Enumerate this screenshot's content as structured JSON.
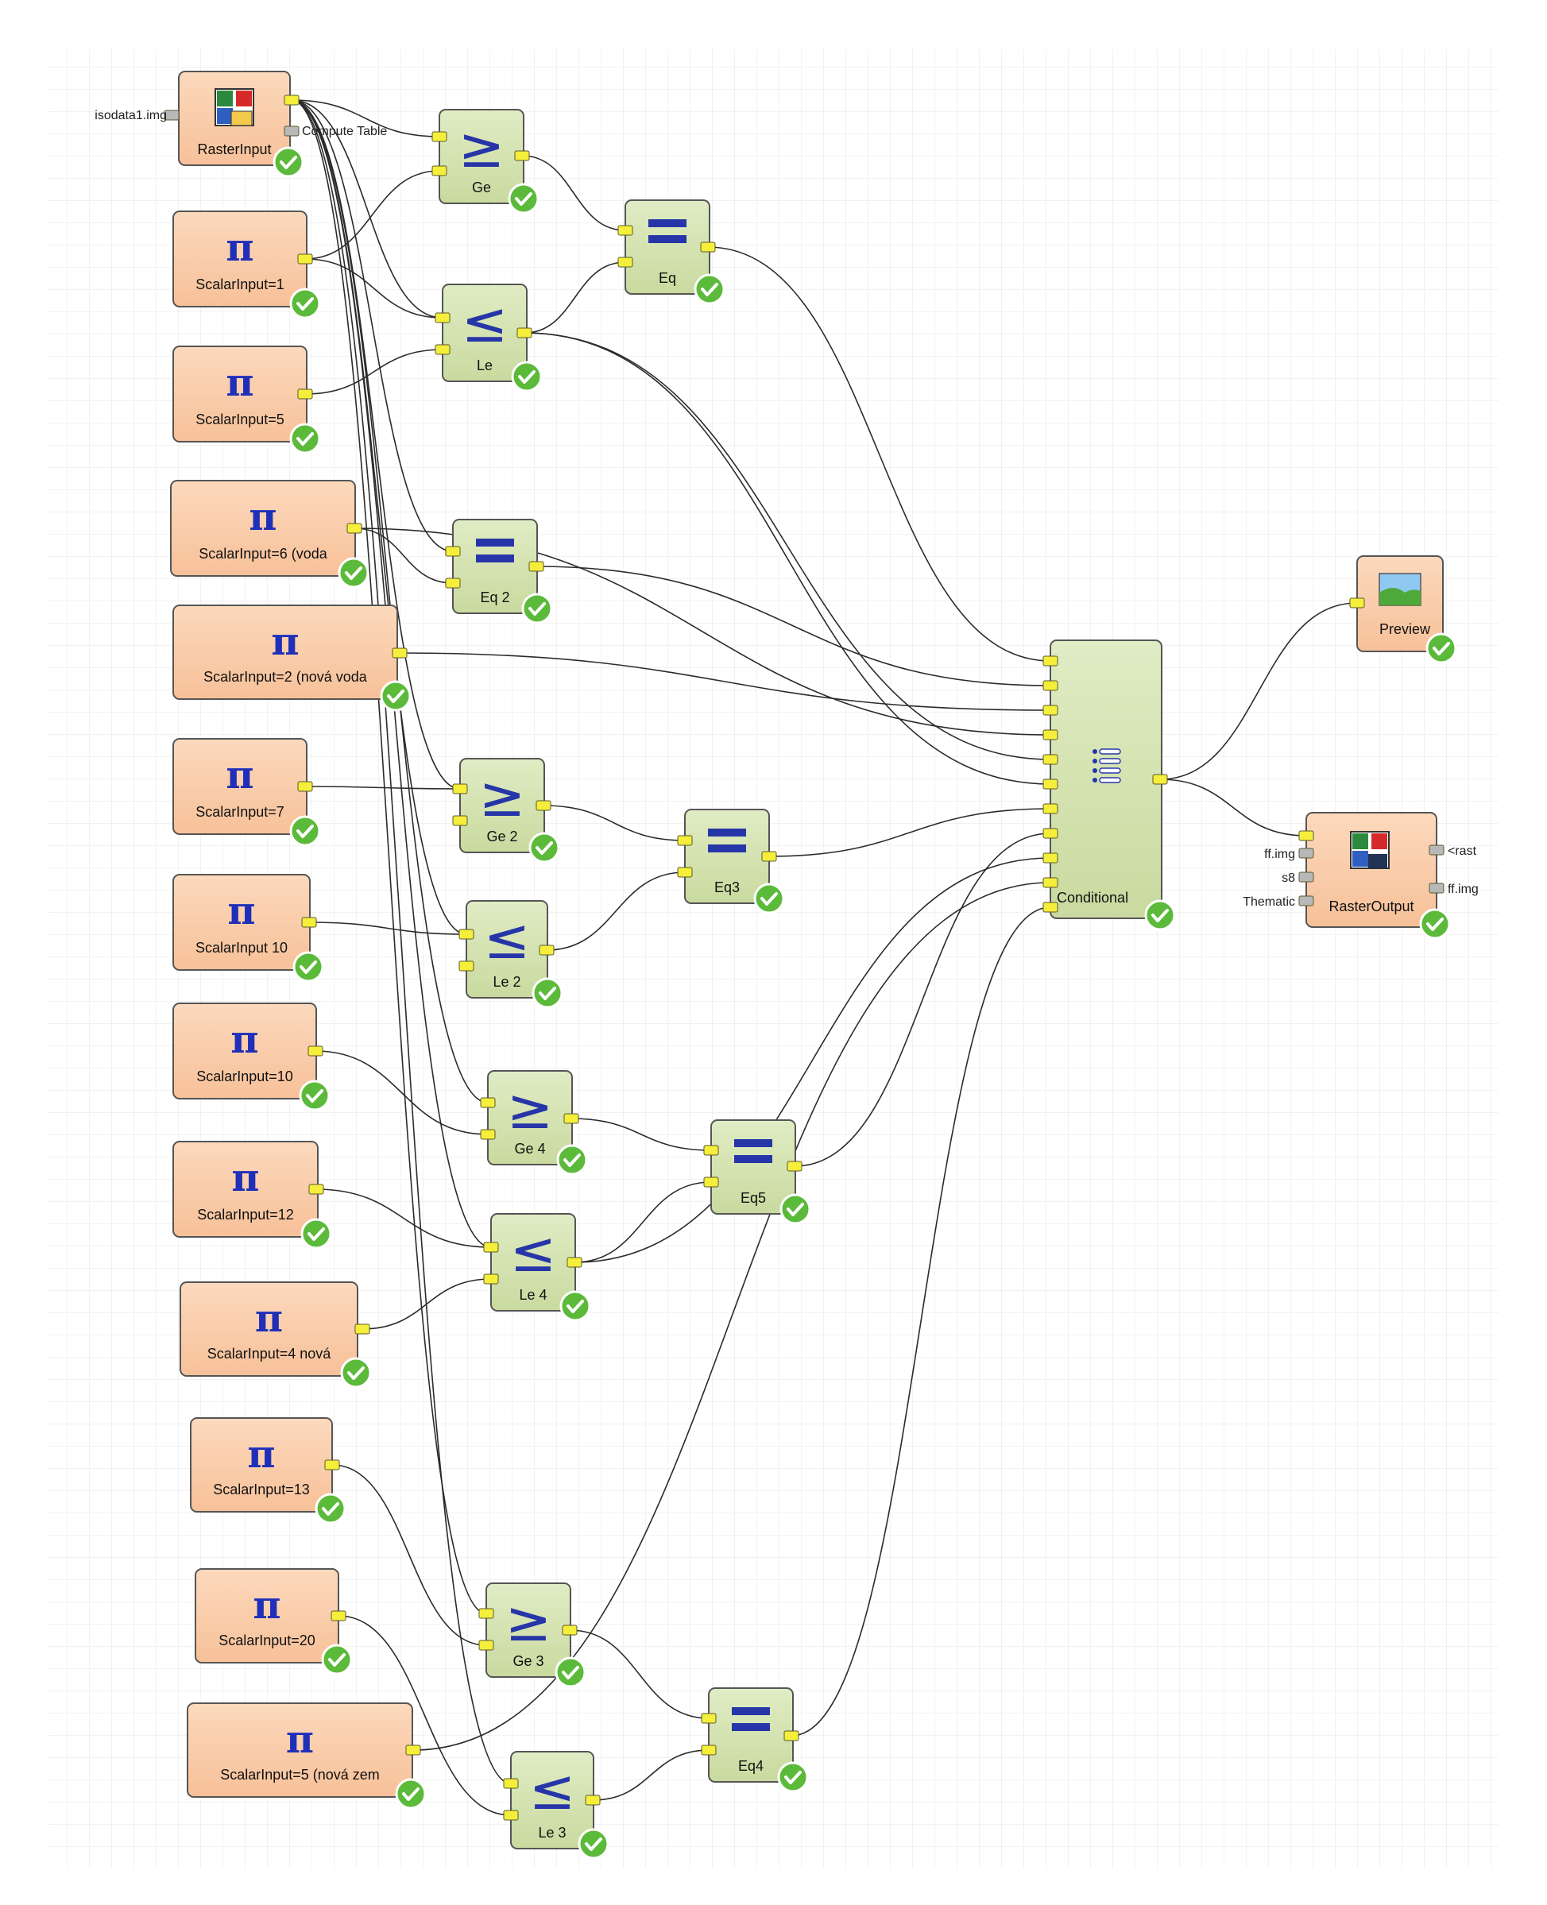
{
  "nodes": {
    "raster_input": {
      "label": "RasterInput",
      "in_label": "isodata1.img",
      "out_label": "Compute Table"
    },
    "s1": {
      "label": "ScalarInput=1"
    },
    "s5": {
      "label": "ScalarInput=5"
    },
    "s6": {
      "label": "ScalarInput=6 (voda"
    },
    "s2": {
      "label": "ScalarInput=2 (nová voda"
    },
    "s7": {
      "label": "ScalarInput=7"
    },
    "s10": {
      "label": "ScalarInput 10"
    },
    "s11": {
      "label": "ScalarInput=10"
    },
    "s12": {
      "label": "ScalarInput=12"
    },
    "s4": {
      "label": "ScalarInput=4 nová"
    },
    "s13": {
      "label": "ScalarInput=13"
    },
    "s20": {
      "label": "ScalarInput=20"
    },
    "s5n": {
      "label": "ScalarInput=5 (nová zem"
    },
    "ge": {
      "label": "Ge"
    },
    "le": {
      "label": "Le"
    },
    "eq": {
      "label": "Eq"
    },
    "eq2": {
      "label": "Eq 2"
    },
    "ge2": {
      "label": "Ge 2"
    },
    "le2": {
      "label": "Le 2"
    },
    "eq3": {
      "label": "Eq3"
    },
    "ge4": {
      "label": "Ge 4"
    },
    "le4": {
      "label": "Le 4"
    },
    "eq5": {
      "label": "Eq5"
    },
    "ge3": {
      "label": "Ge 3"
    },
    "le3": {
      "label": "Le 3"
    },
    "eq4": {
      "label": "Eq4"
    },
    "conditional": {
      "label": "Conditional"
    },
    "preview": {
      "label": "Preview"
    },
    "raster_output": {
      "label": "RasterOutput",
      "in_labels": [
        "ff.img",
        "s8",
        "Thematic"
      ],
      "out_labels": [
        "<rast",
        "ff.img"
      ]
    }
  },
  "symbols": {
    "ge": "≥",
    "le": "≤",
    "pi": "π"
  },
  "colors": {
    "input_fill": "#fbd0b0",
    "op_fill": "#d6e4b8",
    "port_fill": "#f5ee3a",
    "port_gray": "#b8b8b8",
    "check_fill": "#5cba3b",
    "grid": "#e4e4e4"
  }
}
